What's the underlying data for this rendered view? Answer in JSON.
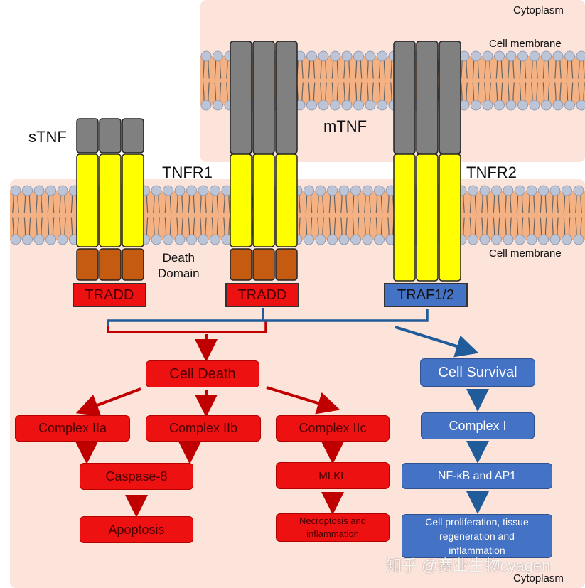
{
  "labels": {
    "cytoplasm_top": "Cytoplasm",
    "cytoplasm_bottom": "Cytoplasm",
    "membrane_top": "Cell membrane",
    "membrane_bottom": "Cell membrane",
    "stnf": "sTNF",
    "mtnf": "mTNF",
    "tnfr1": "TNFR1",
    "tnfr2": "TNFR2",
    "death_domain": "Death\nDomain"
  },
  "adaptors": {
    "tradd_left": "TRADD",
    "tradd_mid": "TRADD",
    "traf": "TRAF1/2"
  },
  "death_pathway": {
    "cell_death": "Cell Death",
    "complex_iia": "Complex IIa",
    "complex_iib": "Complex IIb",
    "complex_iic": "Complex IIc",
    "caspase8": "Caspase-8",
    "apoptosis": "Apoptosis",
    "mlkl": "MLKL",
    "necroptosis": "Necroptosis and\ninflammation"
  },
  "survival_pathway": {
    "cell_survival": "Cell Survival",
    "complex_i": "Complex I",
    "nfkb": "NF-κB and AP1",
    "proliferation": "Cell proliferation, tissue\nregeneration and\ninflammation"
  },
  "watermark": "知乎 @赛业生物cyagen",
  "colors": {
    "cytoplasm": "#fde4db",
    "membrane": "#f4b183",
    "lipid_head": "#bcc5d8",
    "tnf_gray": "#808080",
    "receptor_yellow": "#ffff00",
    "death_domain": "#c55a11",
    "death_red": "#ee1111",
    "death_arrow": "#c00000",
    "survival_blue": "#4472c4",
    "survival_arrow": "#1f5c99"
  }
}
